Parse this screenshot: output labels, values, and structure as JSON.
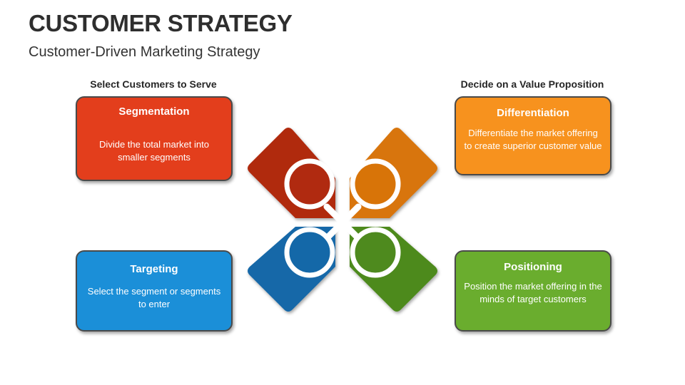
{
  "title": "CUSTOMER STRATEGY",
  "subtitle": "Customer-Driven Marketing Strategy",
  "groups": {
    "left": "Select Customers to Serve",
    "right": "Decide on a Value Proposition"
  },
  "cards": {
    "segmentation": {
      "title": "Segmentation",
      "text": "Divide the total market into smaller segments",
      "color": "#e33e1c"
    },
    "differentiation": {
      "title": "Differentiation",
      "text": "Differentiate the market offering to create superior customer value",
      "color": "#f7921e"
    },
    "targeting": {
      "title": "Targeting",
      "text": "Select the segment or segments to enter",
      "color": "#1b8fd8"
    },
    "positioning": {
      "title": "Positioning",
      "text": "Position the market offering in the minds of target customers",
      "color": "#6aad2e"
    }
  },
  "diagram": {
    "colors": {
      "top_left": "#b02a10",
      "top_right": "#d87408",
      "bottom_left": "#1468a8",
      "bottom_right": "#4e8a1e"
    }
  }
}
